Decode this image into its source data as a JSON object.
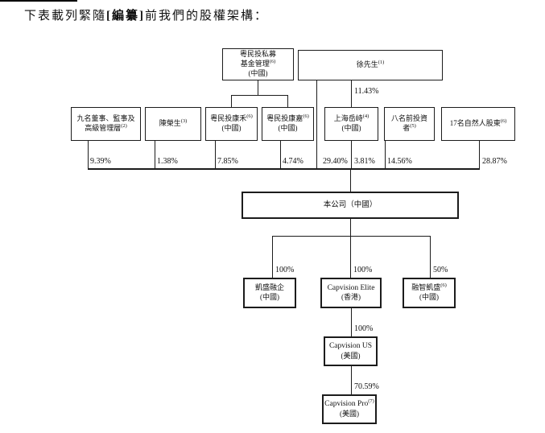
{
  "title": {
    "prefix": "下表載列緊隨",
    "bracket": "[編纂]",
    "suffix": "前我們的股權架構："
  },
  "chart_data": {
    "type": "diagram-org-structure",
    "description": "Shareholding structure immediately before the [REDACTED] (pre-listing equity structure chart)",
    "nodes": {
      "fund_manager": {
        "line1": "粵民投私募",
        "line2": "基金管理",
        "sup": "(6)",
        "line3": "(中國)"
      },
      "mr_xu": {
        "name": "徐先生",
        "sup": "(1)"
      },
      "directors": {
        "line1": "九名董事、監事及",
        "line2": "高級管理層",
        "sup": "(2)"
      },
      "chen_rongsheng": {
        "name": "陳榮生",
        "sup": "(3)"
      },
      "kanghe": {
        "name": "粵民投康禾",
        "sup": "(6)",
        "country": "(中國)"
      },
      "kangjia": {
        "name": "粵民投康嘉",
        "sup": "(6)",
        "country": "(中國)"
      },
      "yuezhi": {
        "name": "上海岳峙",
        "sup": "(4)",
        "country": "(中國)"
      },
      "former_investors": {
        "line1": "八名前投資",
        "line2": "者",
        "sup": "(5)"
      },
      "individual_shareholders": {
        "name": "17名自然人股東",
        "sup": "(6)"
      },
      "company": {
        "name": "本公司（中國）"
      },
      "kaisheng_rongqi": {
        "name": "凱盛融企",
        "country": "(中國)"
      },
      "capvision_elite": {
        "name": "Capvision Elite",
        "country": "(香港)"
      },
      "rongzhi_kaisheng": {
        "name": "融智凱盛",
        "sup": "(6)",
        "country": "(中國)"
      },
      "capvision_us": {
        "name": "Capvision US",
        "country": "(美國)"
      },
      "capvision_pro": {
        "name": "Capvision Pro",
        "sup": "(7)",
        "country": "(美國)"
      }
    },
    "ownership_percentages": {
      "directors_to_company": "9.39%",
      "chen_to_company": "1.38%",
      "kanghe_to_company": "7.85%",
      "kangjia_to_company": "4.74%",
      "xu_to_company": "29.40%",
      "yuezhi_to_company": "3.81%",
      "former_investors_to_company": "14.56%",
      "individuals_to_company": "28.87%",
      "xu_to_yuezhi": "11.43%",
      "company_to_kaisheng": "100%",
      "company_to_elite": "100%",
      "company_to_rongzhi": "50%",
      "elite_to_us": "100%",
      "us_to_pro": "70.59%"
    },
    "edges": [
      {
        "from": "粵民投私募基金管理(中國)",
        "to": "粵民投康禾(中國)",
        "label": ""
      },
      {
        "from": "粵民投私募基金管理(中國)",
        "to": "粵民投康嘉(中國)",
        "label": ""
      },
      {
        "from": "徐先生",
        "to": "上海岳峙(中國)",
        "label": "11.43%"
      },
      {
        "from": "徐先生",
        "to": "本公司（中國）",
        "label": "29.40%"
      },
      {
        "from": "九名董事、監事及高級管理層",
        "to": "本公司（中國）",
        "label": "9.39%"
      },
      {
        "from": "陳榮生",
        "to": "本公司（中國）",
        "label": "1.38%"
      },
      {
        "from": "粵民投康禾(中國)",
        "to": "本公司（中國）",
        "label": "7.85%"
      },
      {
        "from": "粵民投康嘉(中國)",
        "to": "本公司（中國）",
        "label": "4.74%"
      },
      {
        "from": "上海岳峙(中國)",
        "to": "本公司（中國）",
        "label": "3.81%"
      },
      {
        "from": "八名前投資者",
        "to": "本公司（中國）",
        "label": "14.56%"
      },
      {
        "from": "17名自然人股東",
        "to": "本公司（中國）",
        "label": "28.87%"
      },
      {
        "from": "本公司（中國）",
        "to": "凱盛融企(中國)",
        "label": "100%"
      },
      {
        "from": "本公司（中國）",
        "to": "Capvision Elite(香港)",
        "label": "100%"
      },
      {
        "from": "本公司（中國）",
        "to": "融智凱盛(中國)",
        "label": "50%"
      },
      {
        "from": "Capvision Elite(香港)",
        "to": "Capvision US(美國)",
        "label": "100%"
      },
      {
        "from": "Capvision US(美國)",
        "to": "Capvision Pro(美國)",
        "label": "70.59%"
      }
    ]
  }
}
